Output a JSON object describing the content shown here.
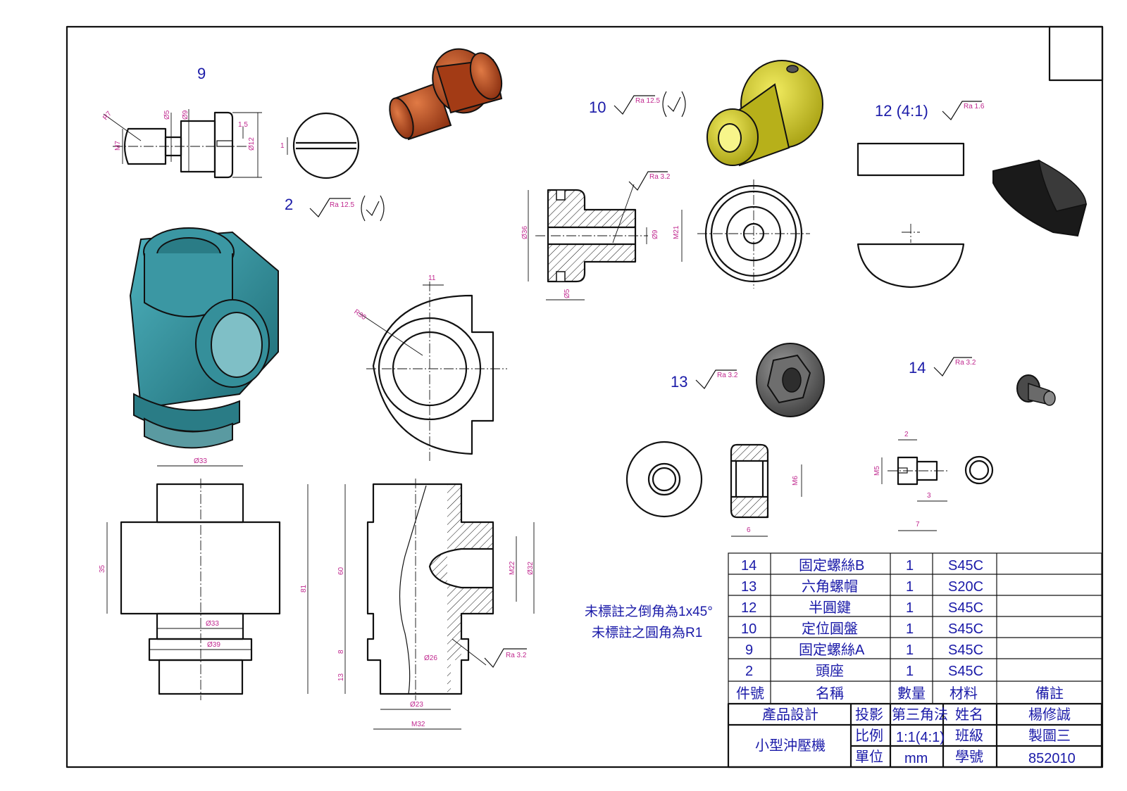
{
  "colors": {
    "label": "#1a1aa8",
    "dimension": "#c0288f",
    "part9": "#b54a1e",
    "part10": "#d7d12a",
    "part2": "#2f8c98",
    "part13": "#6a6a6a",
    "part12": "#151515"
  },
  "labels": {
    "part9": "9",
    "part2": "2",
    "part10": "10",
    "part12": "12 (4:1)",
    "part13": "13",
    "part14": "14"
  },
  "roughness": {
    "ra125": "Ra 12.5",
    "ra32": "Ra 3.2",
    "ra16": "Ra 1.6"
  },
  "dimensions": {
    "r7": "R7",
    "d5": "Ø5",
    "d9": "Ø9",
    "m7": "M7",
    "v15": "1.5",
    "d12": "Ø12",
    "v1": "1",
    "d36": "Ø36",
    "d9b": "Ø9",
    "m21": "M21",
    "d5b": "Ø5",
    "v11": "11",
    "r30": "R30",
    "d33": "Ø33",
    "v35": "35",
    "d33b": "Ø33",
    "d39": "Ø39",
    "v81": "81",
    "v60": "60",
    "v8": "8",
    "v13": "13",
    "m22": "M22",
    "d32": "Ø32",
    "d26": "Ø26",
    "d23": "Ø23",
    "m32": "M32",
    "m6": "M6",
    "v6": "6",
    "v2": "2",
    "m5": "M5",
    "v3": "3",
    "v7": "7"
  },
  "notes": {
    "chamfer": "未標註之倒角為1x45°",
    "fillet": "未標註之圓角為R1"
  },
  "bom": {
    "rows": [
      {
        "no": "14",
        "name": "固定螺絲B",
        "qty": "1",
        "mat": "S45C",
        "note": ""
      },
      {
        "no": "13",
        "name": "六角螺帽",
        "qty": "1",
        "mat": "S20C",
        "note": ""
      },
      {
        "no": "12",
        "name": "半圓鍵",
        "qty": "1",
        "mat": "S45C",
        "note": ""
      },
      {
        "no": "10",
        "name": "定位圓盤",
        "qty": "1",
        "mat": "S45C",
        "note": ""
      },
      {
        "no": "9",
        "name": "固定螺絲A",
        "qty": "1",
        "mat": "S45C",
        "note": ""
      },
      {
        "no": "2",
        "name": "頭座",
        "qty": "1",
        "mat": "S45C",
        "note": ""
      }
    ],
    "header": {
      "no": "件號",
      "name": "名稱",
      "qty": "數量",
      "mat": "材料",
      "note": "備註"
    }
  },
  "title_block": {
    "design": "產品設計",
    "product": "小型沖壓機",
    "projection_label": "投影",
    "projection_value": "第三角法",
    "scale_label": "比例",
    "scale_value": "1:1(4:1)",
    "unit_label": "單位",
    "unit_value": "mm",
    "name_label": "姓名",
    "name_value": "楊修誠",
    "class_label": "班級",
    "class_value": "製圖三",
    "id_label": "學號",
    "id_value": "852010"
  }
}
